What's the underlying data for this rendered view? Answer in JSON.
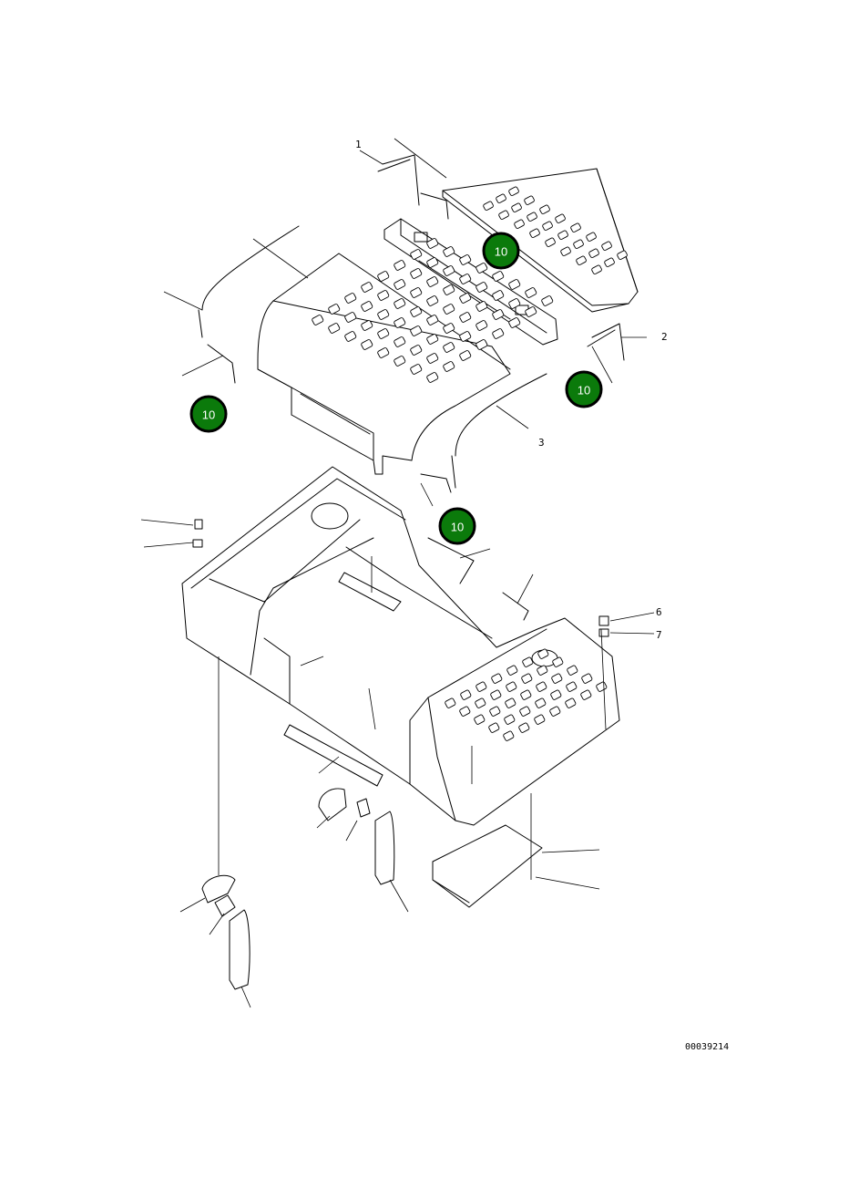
{
  "drawing_id": "00039214",
  "callout_color": "#0b7a0b",
  "callouts": [
    {
      "label": "10"
    },
    {
      "label": "10"
    },
    {
      "label": "10"
    },
    {
      "label": "10"
    }
  ],
  "reference_numbers": [
    "1",
    "2",
    "3",
    "6",
    "7"
  ]
}
